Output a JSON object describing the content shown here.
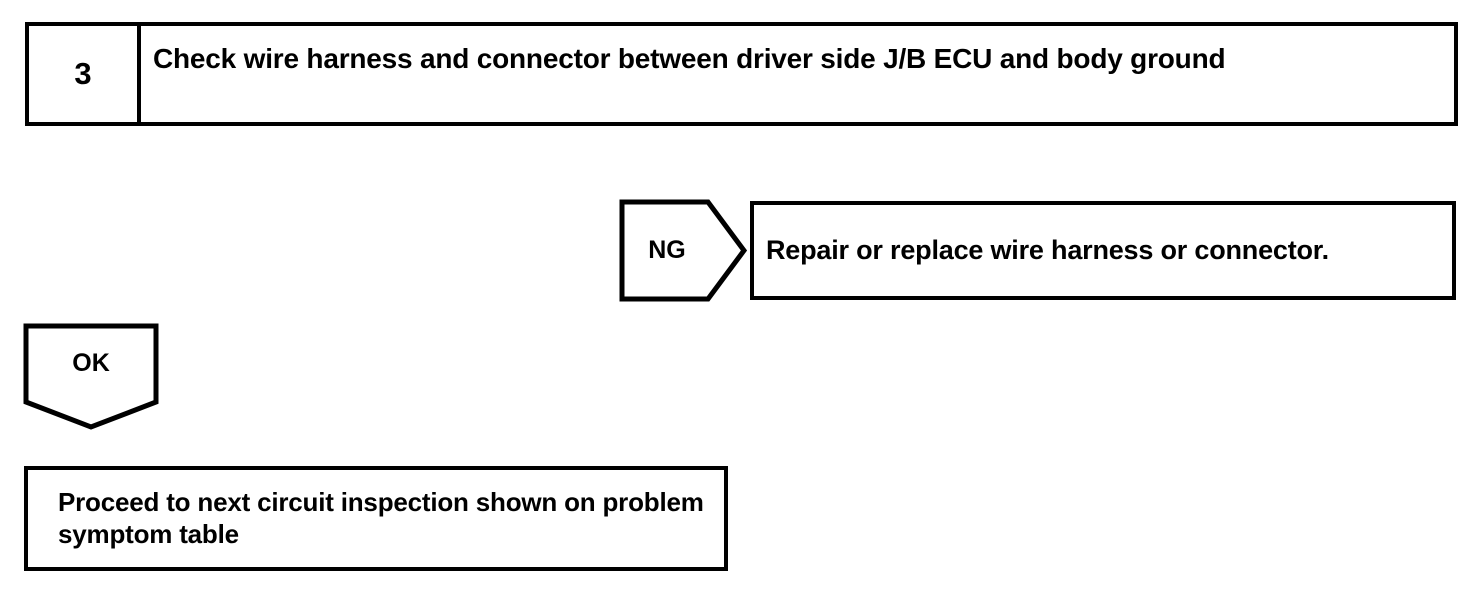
{
  "flowchart": {
    "step": {
      "number": "3",
      "instruction": "Check wire harness and connector between driver side J/B ECU and body ground"
    },
    "branches": [
      {
        "marker": "NG",
        "marker_direction": "right",
        "result": "Repair or replace wire harness or connector."
      },
      {
        "marker": "OK",
        "marker_direction": "down",
        "result": "Proceed to next circuit inspection shown on problem symptom table"
      }
    ],
    "ng_marker": "NG",
    "ok_marker": "OK",
    "ng_result": "Repair or replace wire harness or connector.",
    "ok_result": "Proceed to next circuit inspection shown on problem symptom table",
    "colors": {
      "stroke": "#000000",
      "fill": "#ffffff",
      "text": "#000000"
    }
  }
}
